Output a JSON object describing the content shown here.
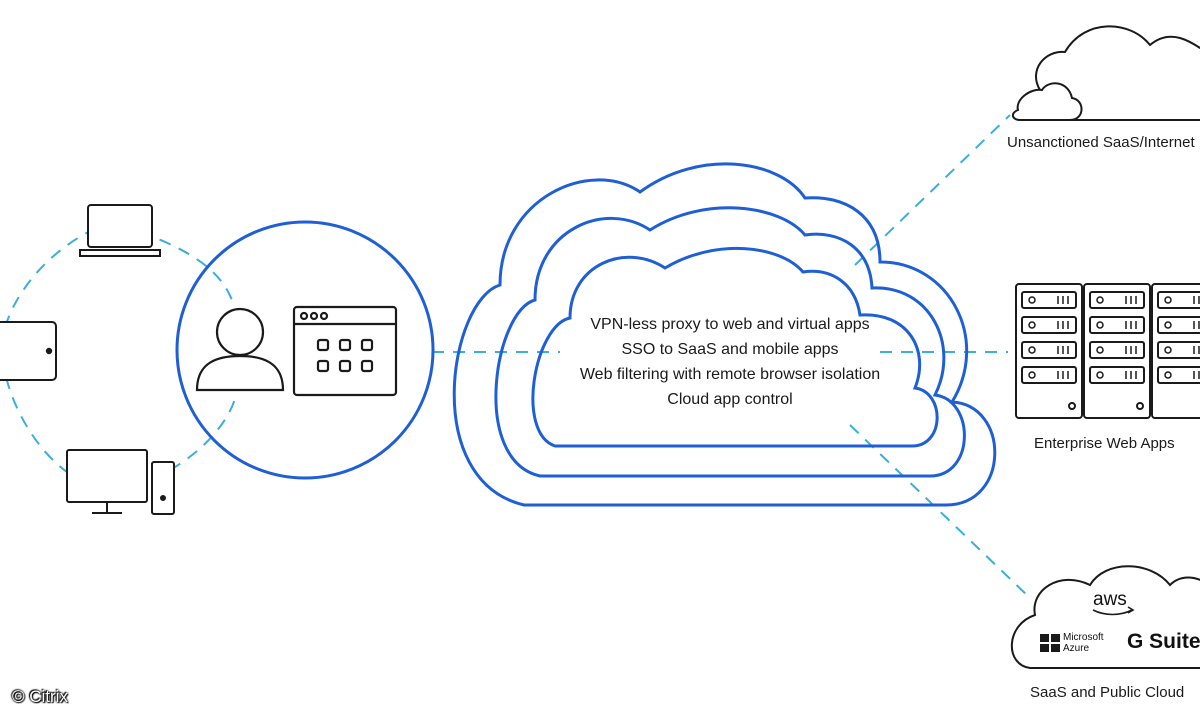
{
  "colors": {
    "accent_blue": "#1f5fd6",
    "dash_cyan": "#3aaedc",
    "icon_stroke": "#1a1a1a"
  },
  "cloud_services": [
    "VPN-less proxy to web and virtual apps",
    "SSO to SaaS and mobile apps",
    "Web filtering with remote browser isolation",
    "Cloud app control"
  ],
  "destinations": {
    "saas_internet": "Unsanctioned SaaS/Internet",
    "enterprise": "Enterprise Web Apps",
    "public_cloud": "SaaS and Public Cloud"
  },
  "public_cloud_logos": {
    "aws": "aws",
    "azure_line1": "Microsoft",
    "azure_line2": "Azure",
    "gsuite": "G Suite"
  },
  "copyright": "© Citrix",
  "icons": [
    "laptop-icon",
    "tablet-icon",
    "desktop-icon",
    "user-icon",
    "app-window-icon",
    "cloud-icon",
    "server-rack-icon"
  ]
}
